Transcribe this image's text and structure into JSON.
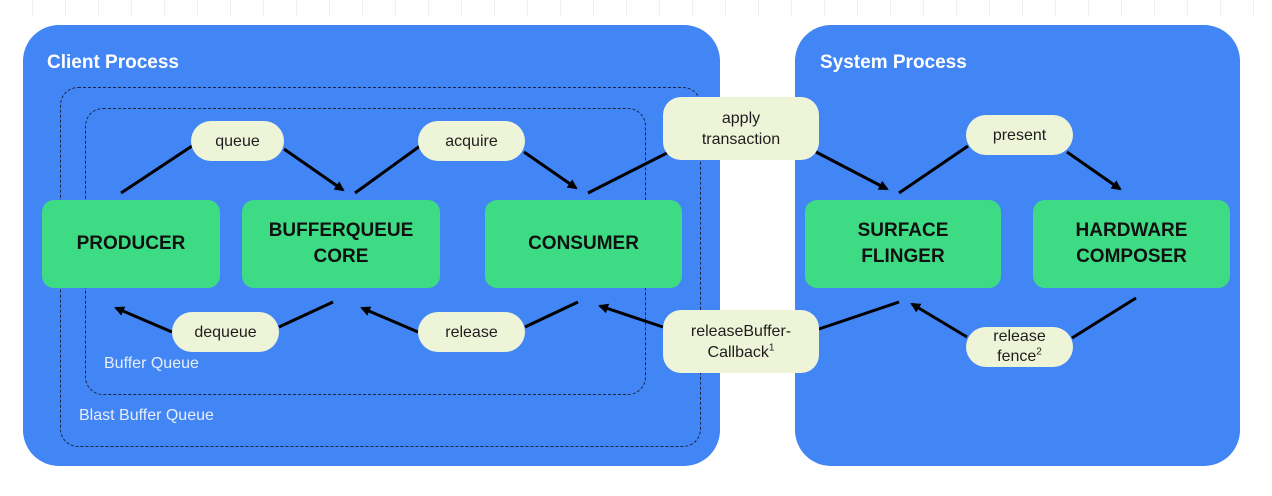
{
  "diagram": {
    "colors": {
      "process_panel": "#4285f4",
      "node_fill": "#3ddc84",
      "label_fill": "#eef4d8",
      "arrow": "#000000",
      "dashed_border": "#1a2340"
    },
    "client_process": {
      "title": "Client Process",
      "blast_buffer_queue_label": "Blast Buffer Queue",
      "buffer_queue_label": "Buffer Queue",
      "nodes": {
        "producer": "PRODUCER",
        "bufferqueue_core": "BUFFERQUEUE\nCORE",
        "consumer": "CONSUMER"
      }
    },
    "system_process": {
      "title": "System Process",
      "nodes": {
        "surface_flinger": "SURFACE\nFLINGER",
        "hardware_composer": "HARDWARE\nCOMPOSER"
      }
    },
    "edges": {
      "queue": "queue",
      "acquire": "acquire",
      "apply_transaction_line1": "apply",
      "apply_transaction_line2": "transaction",
      "present": "present",
      "dequeue": "dequeue",
      "release": "release",
      "release_buffer_callback_line1": "releaseBuffer-",
      "release_buffer_callback_line2": "Callback",
      "release_buffer_callback_note": "1",
      "release_fence_line1": "release",
      "release_fence_line2": "fence",
      "release_fence_note": "2"
    }
  }
}
